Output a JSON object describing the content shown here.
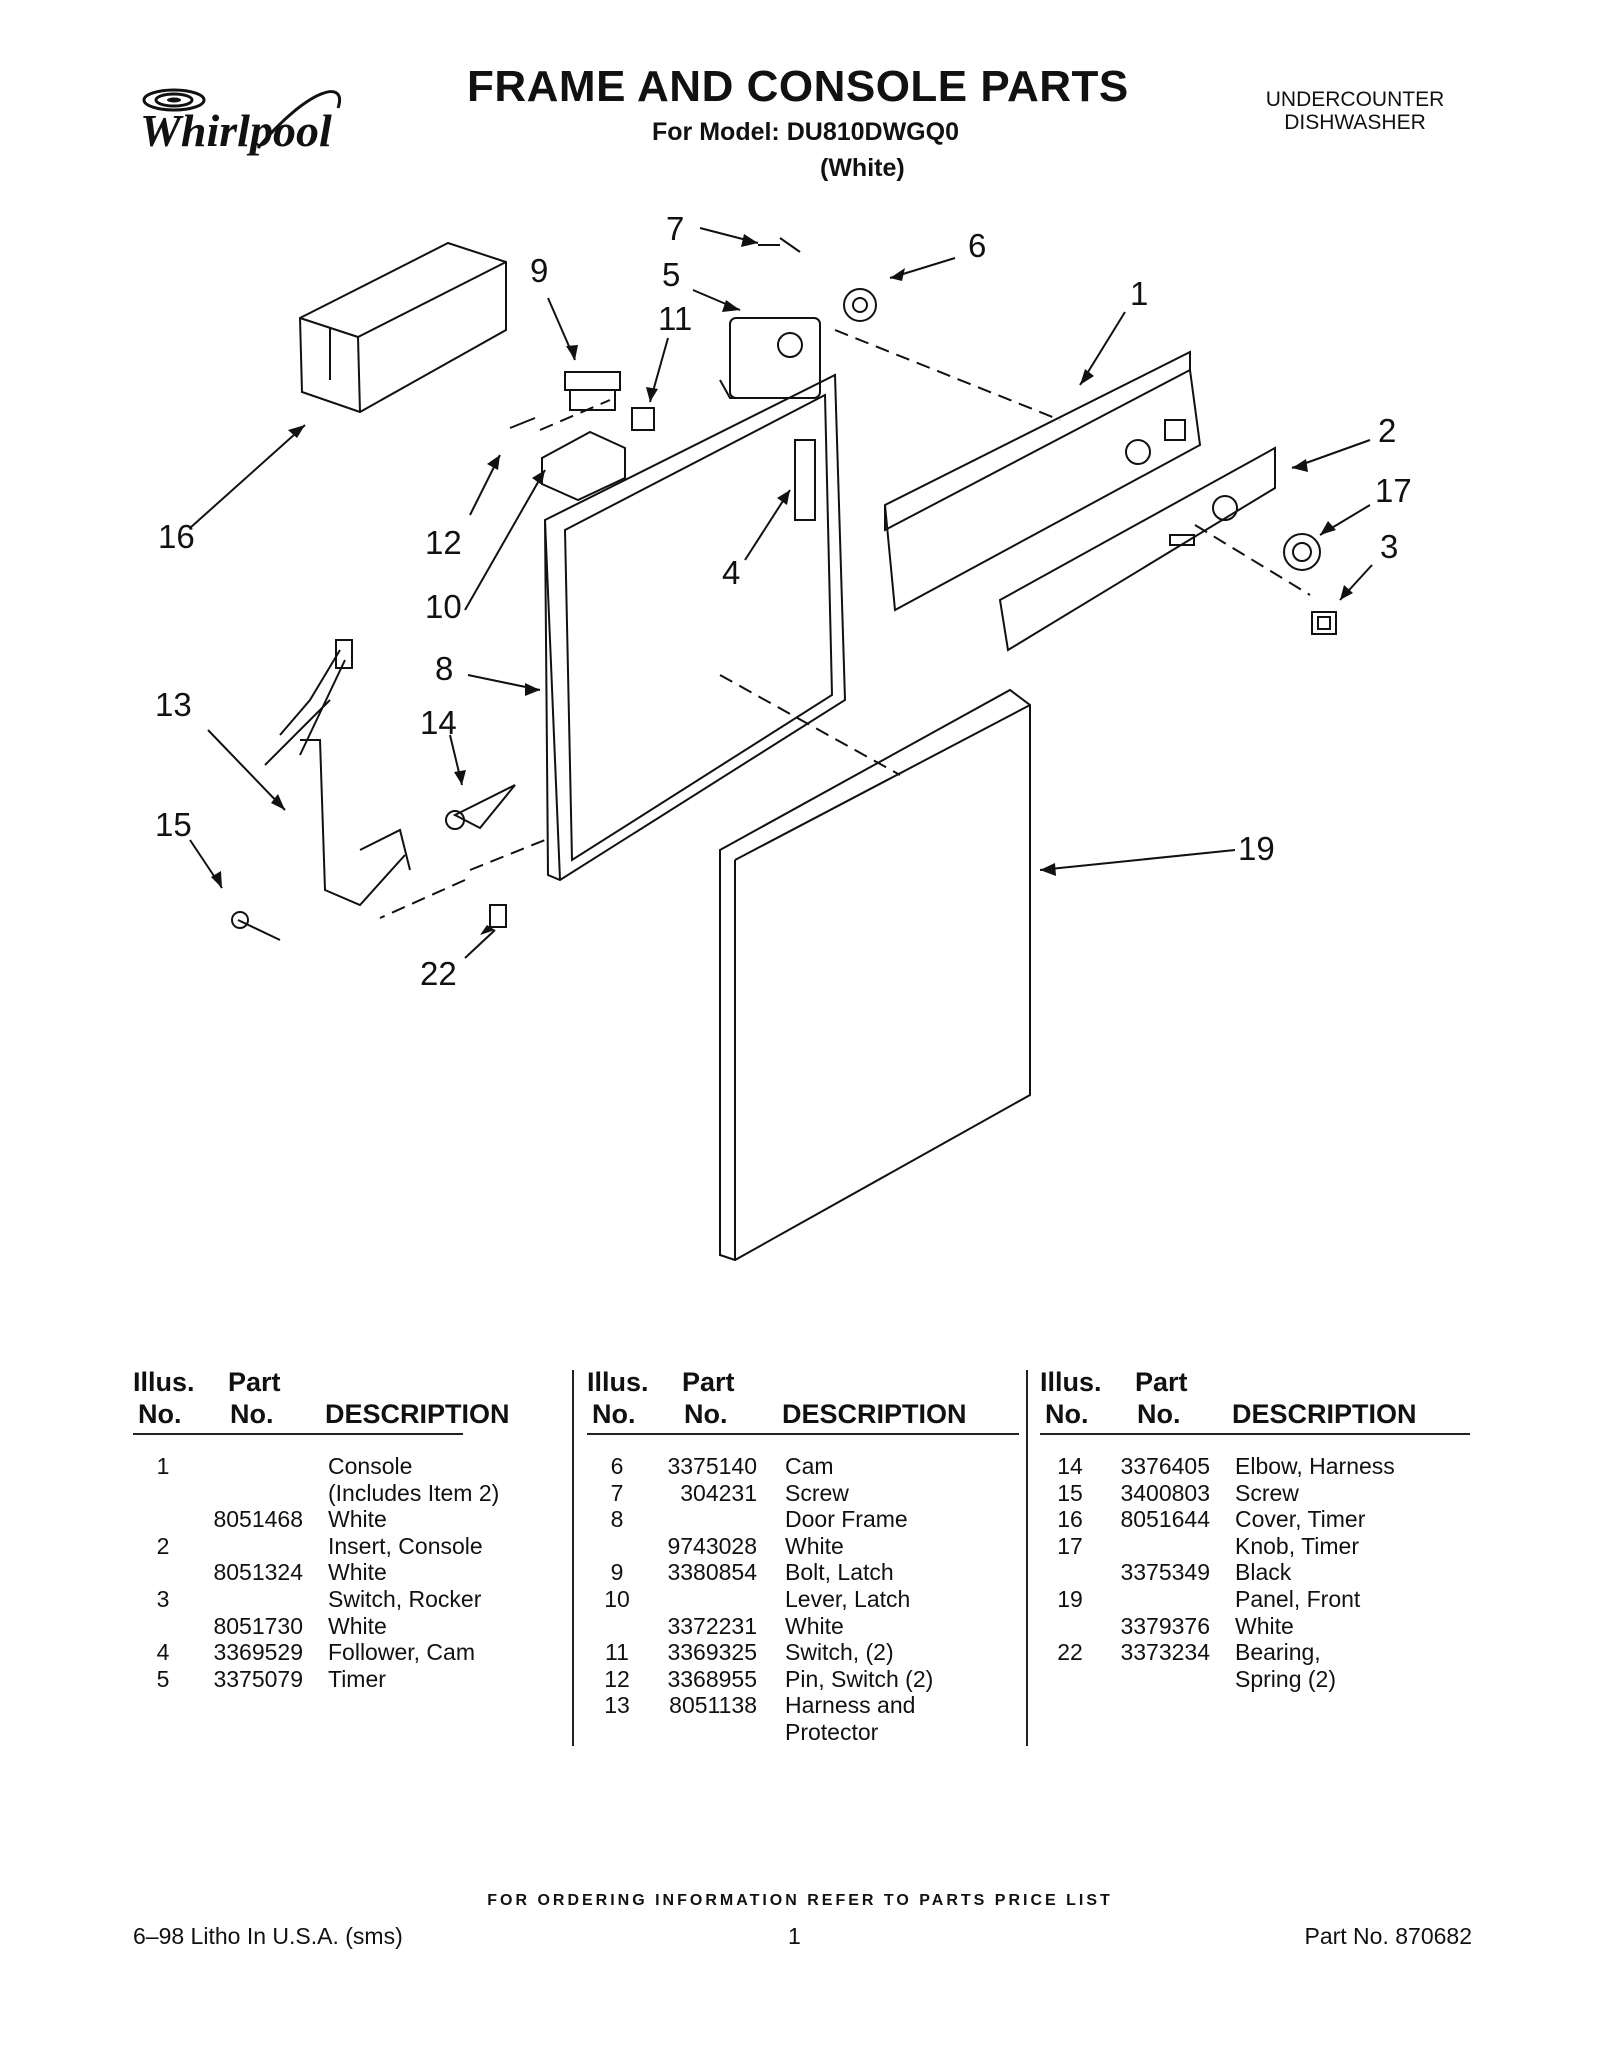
{
  "brand": "Whirlpool",
  "header": {
    "title": "FRAME AND CONSOLE PARTS",
    "model_line": "For Model: DU810DWGQ0",
    "color": "(White)",
    "appliance_line1": "UNDERCOUNTER",
    "appliance_line2": "DISHWASHER"
  },
  "callouts": [
    "7",
    "6",
    "9",
    "5",
    "1",
    "11",
    "2",
    "17",
    "3",
    "16",
    "12",
    "4",
    "10",
    "8",
    "13",
    "14",
    "15",
    "19",
    "22"
  ],
  "table": {
    "headers": {
      "illus1": "Illus.",
      "illus2": "No.",
      "part1": "Part",
      "part2": "No.",
      "desc": "DESCRIPTION"
    },
    "columns": [
      [
        {
          "illus": "1",
          "part": "",
          "desc": "Console"
        },
        {
          "illus": "",
          "part": "",
          "desc": "(Includes Item 2)"
        },
        {
          "illus": "",
          "part": "8051468",
          "desc": "White"
        },
        {
          "illus": "2",
          "part": "",
          "desc": "Insert, Console"
        },
        {
          "illus": "",
          "part": "8051324",
          "desc": "White"
        },
        {
          "illus": "3",
          "part": "",
          "desc": "Switch, Rocker"
        },
        {
          "illus": "",
          "part": "8051730",
          "desc": "White"
        },
        {
          "illus": "4",
          "part": "3369529",
          "desc": "Follower, Cam"
        },
        {
          "illus": "5",
          "part": "3375079",
          "desc": "Timer"
        }
      ],
      [
        {
          "illus": "6",
          "part": "3375140",
          "desc": "Cam"
        },
        {
          "illus": "7",
          "part": "304231",
          "desc": "Screw"
        },
        {
          "illus": "8",
          "part": "",
          "desc": "Door Frame"
        },
        {
          "illus": "",
          "part": "9743028",
          "desc": "White"
        },
        {
          "illus": "9",
          "part": "3380854",
          "desc": "Bolt, Latch"
        },
        {
          "illus": "10",
          "part": "",
          "desc": "Lever, Latch"
        },
        {
          "illus": "",
          "part": "3372231",
          "desc": "White"
        },
        {
          "illus": "11",
          "part": "3369325",
          "desc": "Switch, (2)"
        },
        {
          "illus": "12",
          "part": "3368955",
          "desc": "Pin, Switch (2)"
        },
        {
          "illus": "13",
          "part": "8051138",
          "desc": "Harness and"
        },
        {
          "illus": "",
          "part": "",
          "desc": "Protector"
        }
      ],
      [
        {
          "illus": "14",
          "part": "3376405",
          "desc": "Elbow, Harness"
        },
        {
          "illus": "15",
          "part": "3400803",
          "desc": "Screw"
        },
        {
          "illus": "16",
          "part": "8051644",
          "desc": "Cover, Timer"
        },
        {
          "illus": "17",
          "part": "",
          "desc": "Knob, Timer"
        },
        {
          "illus": "",
          "part": "3375349",
          "desc": "Black"
        },
        {
          "illus": "19",
          "part": "",
          "desc": "Panel, Front"
        },
        {
          "illus": "",
          "part": "3379376",
          "desc": "White"
        },
        {
          "illus": "22",
          "part": "3373234",
          "desc": "Bearing,"
        },
        {
          "illus": "",
          "part": "",
          "desc": "Spring (2)"
        }
      ]
    ]
  },
  "footer": {
    "note": "FOR ORDERING INFORMATION REFER TO PARTS PRICE LIST",
    "left": "6–98 Litho In U.S.A. (sms)",
    "center": "1",
    "right": "Part No. 870682"
  }
}
